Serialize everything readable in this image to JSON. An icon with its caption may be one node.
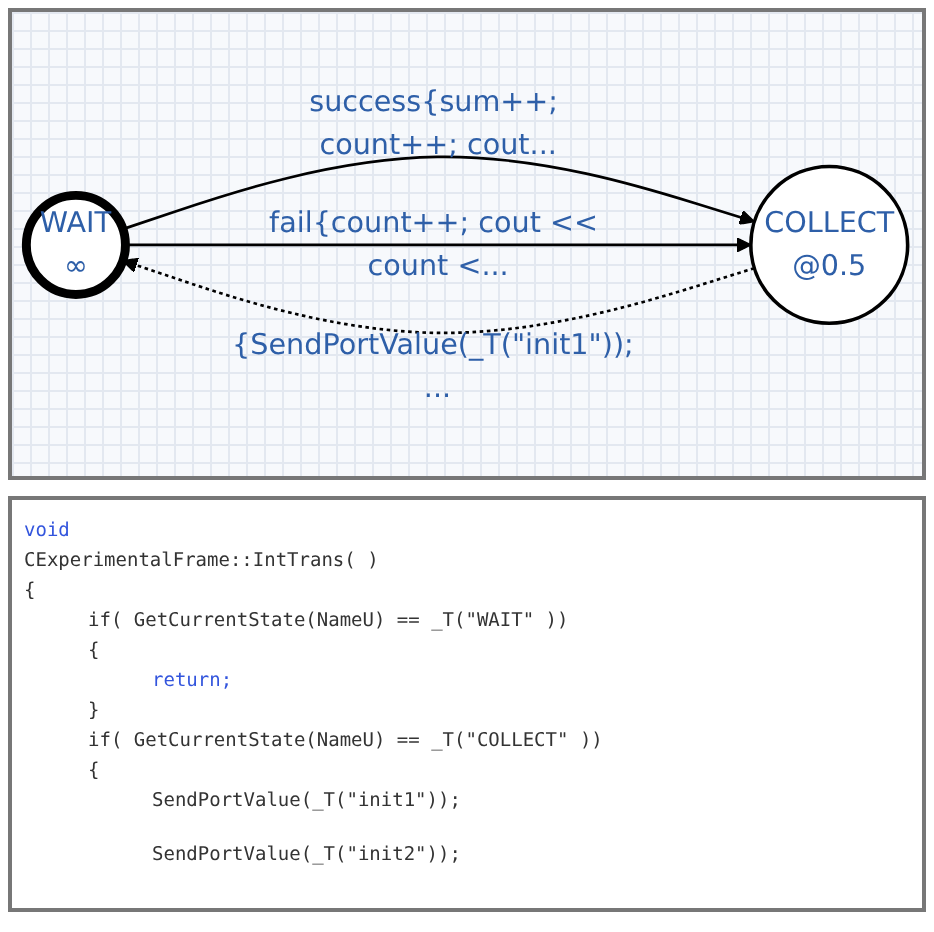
{
  "diagram": {
    "nodes": [
      {
        "text": [
          "WAIT",
          "∞"
        ]
      },
      {
        "text": [
          "COLLECT",
          "@0.5"
        ]
      }
    ],
    "edges": [
      {
        "from": 1,
        "to": 0,
        "arrow": "to",
        "style": "dashed",
        "label": "{SendPortValue(_T(\"init1\")); ..."
      },
      {
        "from": 0,
        "to": 1,
        "arrow": "to",
        "label": "success{sum++; count++; cout..."
      },
      {
        "from": 0,
        "to": 1,
        "arrow": "to",
        "label": "fail{count++; cout << count <..."
      }
    ],
    "labels": [
      "void",
      "CExperimentalFrame::IntTrans( )",
      "{",
      "if( GetCurrentState(NameU) == _T(\"WAIT\" ))",
      "{",
      "return;",
      "}",
      "if( GetCurrentState(NameU) == _T(\"COLLECT\" ))",
      "{",
      "SendPortValue(_T(\"init1\"));",
      "SendPortValue(_T(\"init2\"));"
    ]
  }
}
